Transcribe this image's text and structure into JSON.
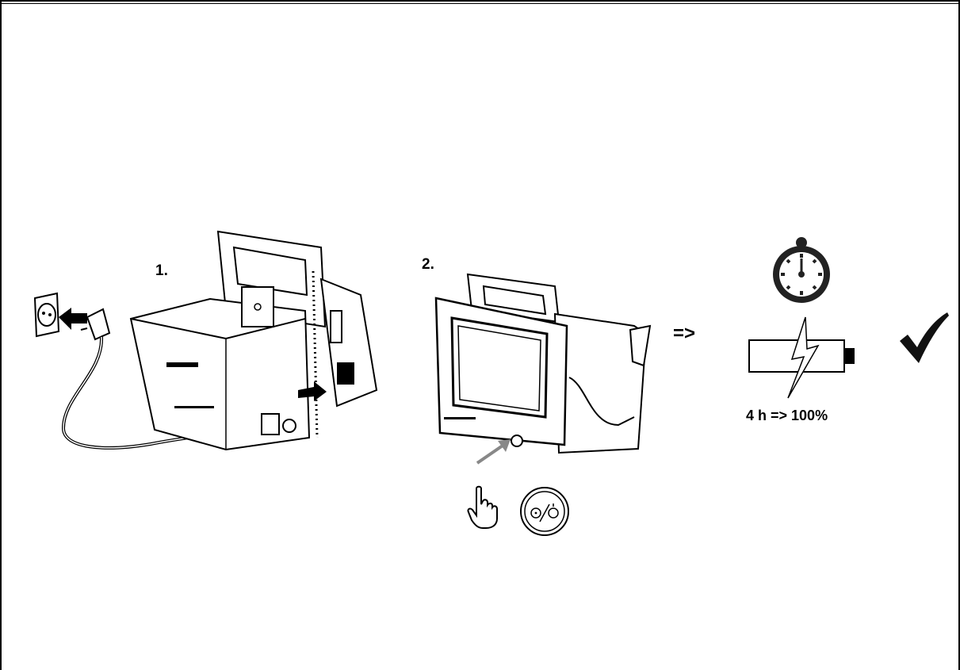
{
  "steps": {
    "step1_label": "1.",
    "step2_label": "2."
  },
  "result": {
    "arrow": "=>",
    "charge_text": "4 h => 100%"
  },
  "icons": [
    "wall-socket-icon",
    "power-plug-icon",
    "insert-arrow-icon",
    "device-rear-illustration",
    "device-front-illustration",
    "press-arrow-icon",
    "pointing-hand-icon",
    "on-off-button-icon",
    "stopwatch-icon",
    "battery-charging-icon",
    "checkmark-icon"
  ]
}
